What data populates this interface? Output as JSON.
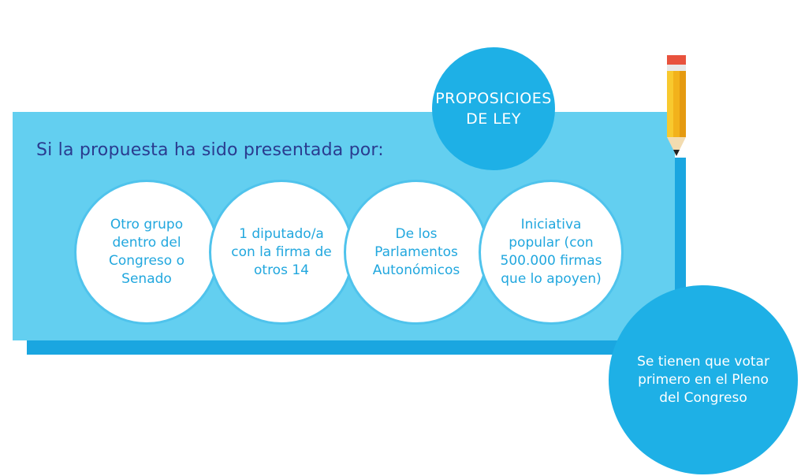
{
  "header": {
    "title": "PROPOSICIOES DE LEY"
  },
  "panel": {
    "lead": "Si la propuesta ha sido presentada por:"
  },
  "options": [
    {
      "label": "Otro grupo dentro del Congreso o Senado"
    },
    {
      "label": "1 diputado/a con la firma de otros 14"
    },
    {
      "label": "De los Parlamentos Autonómicos"
    },
    {
      "label": "Iniciativa popular (con 500.000 firmas que lo apoyen)"
    }
  ],
  "outcome": {
    "label": "Se tienen que votar primero en el Pleno del Congreso"
  },
  "colors": {
    "panel": "#63cff0",
    "accent": "#1eb0e6",
    "dark_text": "#2a3b8f",
    "circle_text": "#21a7de"
  },
  "icons": {
    "pencil": "pencil-icon"
  }
}
